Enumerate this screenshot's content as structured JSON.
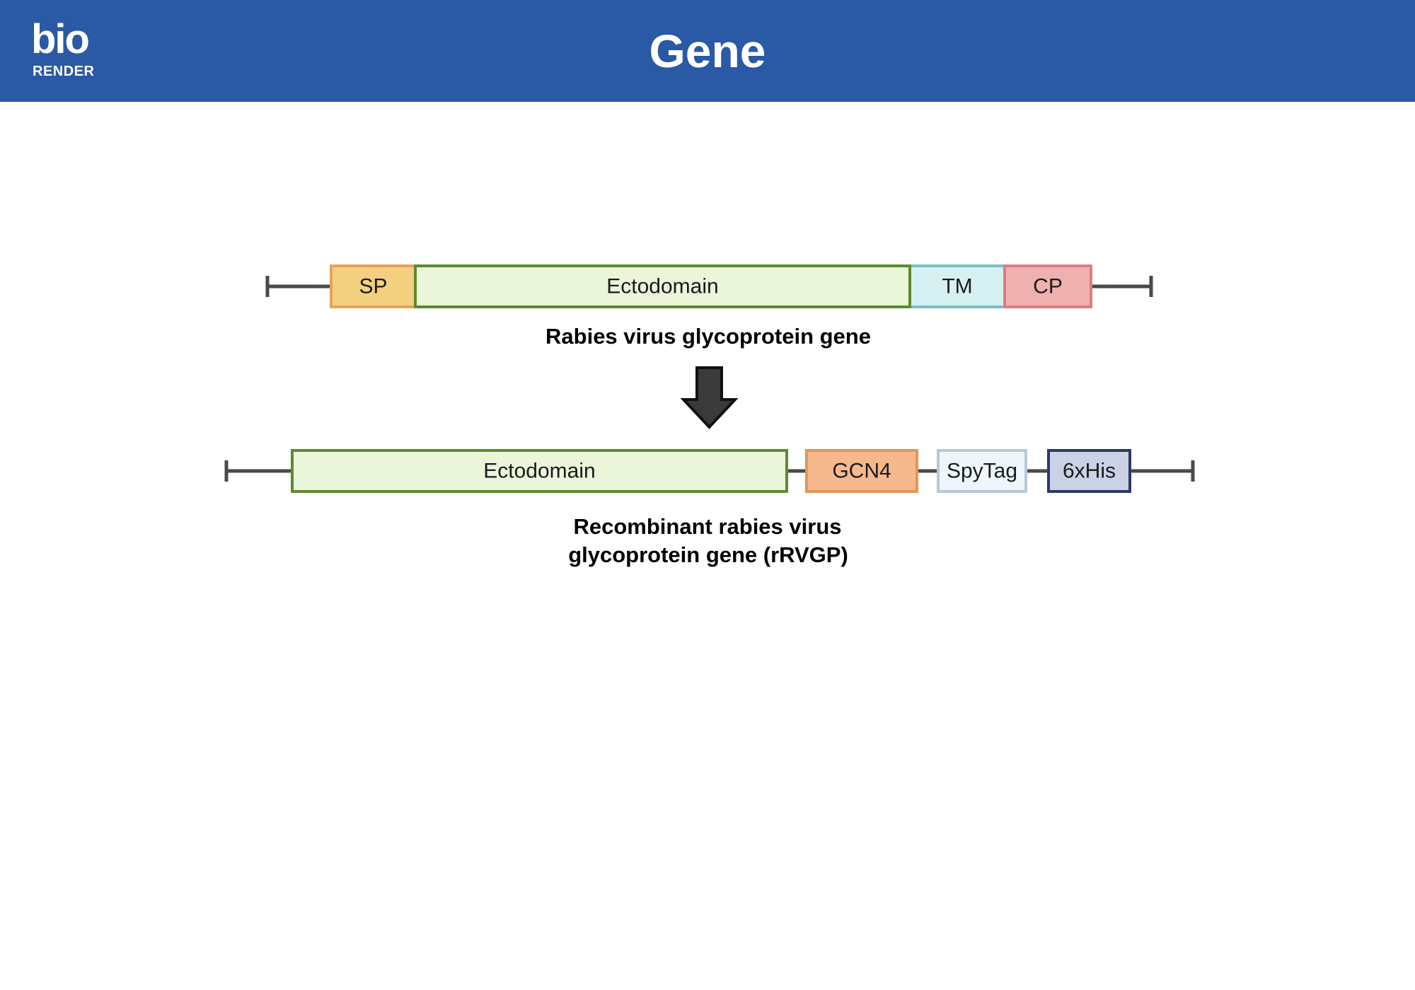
{
  "header": {
    "title": "Gene",
    "logo_line1": "bio",
    "logo_line2": "RENDER",
    "background": "#2a59a5"
  },
  "native_gene": {
    "caption": "Rabies virus glycoprotein gene",
    "segments": [
      {
        "label": "SP",
        "fill": "#f2d07f",
        "stroke": "#e8a05a"
      },
      {
        "label": "Ectodomain",
        "fill": "#eaf5d9",
        "stroke": "#5e8a2f"
      },
      {
        "label": "TM",
        "fill": "#d7f0f2",
        "stroke": "#7dbec4"
      },
      {
        "label": "CP",
        "fill": "#efb0b0",
        "stroke": "#e07b82"
      }
    ]
  },
  "recombinant_gene": {
    "caption_line1": "Recombinant rabies virus",
    "caption_line2": "glycoprotein gene (rRVGP)",
    "segments": [
      {
        "label": "Ectodomain",
        "fill": "#eaf5d9",
        "stroke": "#5e8a2f"
      },
      {
        "label": "GCN4",
        "fill": "#f6b98d",
        "stroke": "#e39657"
      },
      {
        "label": "SpyTag",
        "fill": "#eef6fb",
        "stroke": "#b7c9db"
      },
      {
        "label": "6xHis",
        "fill": "#ccd2e6",
        "stroke": "#2b3a66"
      }
    ]
  },
  "arrow": {
    "color": "#3a3a3a"
  }
}
